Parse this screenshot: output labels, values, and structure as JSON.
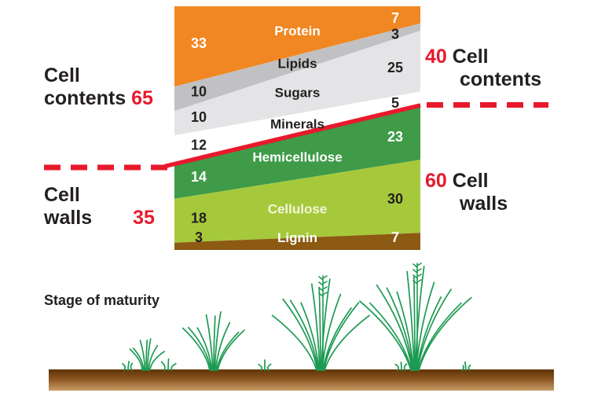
{
  "palette": {
    "red": "#e8192c",
    "text": "#231f20",
    "grass": "#1d9a52",
    "ground_top": "#5f3405",
    "ground_mid": "#8a5420",
    "ground_bottom": "#c99c67"
  },
  "chart_data": {
    "type": "area",
    "subtype": "100-percent-stacked-two-station",
    "xlabel": "Stage of maturity",
    "ylim": [
      0,
      100
    ],
    "bands": [
      {
        "name": "Protein",
        "left": 33,
        "right": 7,
        "color": "#f18722",
        "name_color": "#ffffff",
        "left_num_color": "#ffffff",
        "right_num_color": "#ffffff"
      },
      {
        "name": "Lipids",
        "left": 10,
        "right": 3,
        "color": "#c1c1c3",
        "name_color": "#231f20",
        "left_num_color": "#231f20",
        "right_num_color": "#231f20"
      },
      {
        "name": "Sugars",
        "left": 10,
        "right": 25,
        "color": "#e4e4e6",
        "name_color": "#231f20",
        "left_num_color": "#231f20",
        "right_num_color": "#231f20"
      },
      {
        "name": "Minerals",
        "left": 12,
        "right": 5,
        "color": "#ffffff",
        "name_color": "#231f20",
        "left_num_color": "#231f20",
        "right_num_color": "#231f20"
      },
      {
        "name": "Hemicellulose",
        "left": 14,
        "right": 23,
        "color": "#3f9b48",
        "name_color": "#ffffff",
        "left_num_color": "#ffffff",
        "right_num_color": "#ffffff"
      },
      {
        "name": "Cellulose",
        "left": 18,
        "right": 30,
        "color": "#a6c93c",
        "name_color": "#f2f6dc",
        "left_num_color": "#231f20",
        "right_num_color": "#231f20"
      },
      {
        "name": "Lignin",
        "left": 3,
        "right": 7,
        "color": "#8d5a13",
        "name_color": "#ffffff",
        "left_num_color": "#231f20",
        "right_num_color": "#ffffff"
      }
    ],
    "boundary_after_band": "Minerals",
    "totals": {
      "left_cell_contents": 65,
      "left_cell_walls": 35,
      "right_cell_contents": 40,
      "right_cell_walls": 60
    }
  },
  "annotations": {
    "left_contents_line1": "Cell",
    "left_contents_line2": "contents",
    "left_contents_value": "65",
    "left_walls_line1": "Cell",
    "left_walls_line2": "walls",
    "left_walls_value": "35",
    "right_contents_value": "40",
    "right_contents_line1": "Cell",
    "right_contents_line2": "contents",
    "right_walls_value": "60",
    "right_walls_line1": "Cell",
    "right_walls_line2": "walls",
    "maturity_label": "Stage of maturity"
  },
  "maturity_illustration": {
    "plants": [
      {
        "x": 186,
        "height": 45,
        "blades": 7
      },
      {
        "x": 272,
        "height": 81,
        "blades": 9
      },
      {
        "x": 408,
        "height": 124,
        "blades": 11
      },
      {
        "x": 528,
        "height": 140,
        "blades": 13
      }
    ],
    "sprouts": [
      {
        "x": 163,
        "height": 14,
        "blades": 3
      },
      {
        "x": 214,
        "height": 16,
        "blades": 3
      },
      {
        "x": 337,
        "height": 13,
        "blades": 3
      },
      {
        "x": 511,
        "height": 12,
        "blades": 3
      },
      {
        "x": 593,
        "height": 11,
        "blades": 3
      }
    ]
  }
}
